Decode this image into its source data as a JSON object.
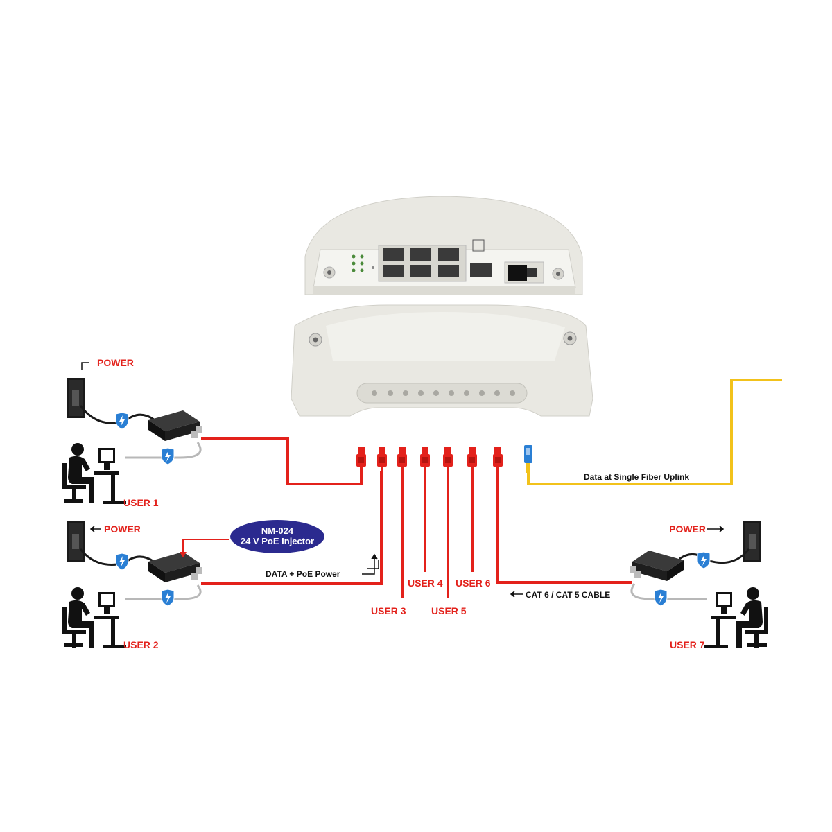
{
  "labels": {
    "power": "POWER",
    "user1": "USER 1",
    "user2": "USER 2",
    "user3": "USER 3",
    "user4": "USER 4",
    "user5": "USER 5",
    "user6": "USER 6",
    "user7": "USER 7",
    "injector_model": "NM-024",
    "injector_desc": "24 V PoE Injector",
    "data_poe": "DATA + PoE Power",
    "cable": "CAT 6 / CAT 5 CABLE",
    "fiber": "Data at Single Fiber Uplink"
  },
  "colors": {
    "cable": "#e3211b",
    "fiber": "#f2c21b",
    "badge": "#2b2a8f",
    "shield": "#2a7fd4",
    "device": "#ececE6"
  },
  "icons": [
    "wall-socket-icon",
    "poe-injector-icon",
    "surge-shield-icon",
    "user-at-desk-icon",
    "rj45-connector-icon",
    "sc-fiber-connector-icon"
  ]
}
